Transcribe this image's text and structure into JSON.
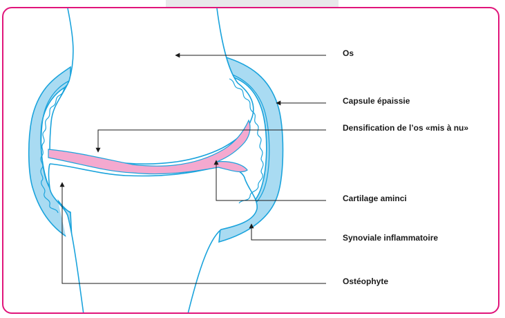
{
  "colors": {
    "frame": "#e0147a",
    "outline": "#1aa3dc",
    "capsule_fill": "#a9dbf2",
    "cartilage_fill": "#f4a9cf",
    "pointer": "#1a1a1a",
    "header_tab": "#e8e8ea"
  },
  "labels": {
    "os": "Os",
    "capsule": "Capsule épaissie",
    "densification": "Densification de l’os «mis à nu»",
    "cartilage": "Cartilage aminci",
    "synoviale": "Synoviale inflammatoire",
    "osteophyte": "Ostéophyte"
  }
}
